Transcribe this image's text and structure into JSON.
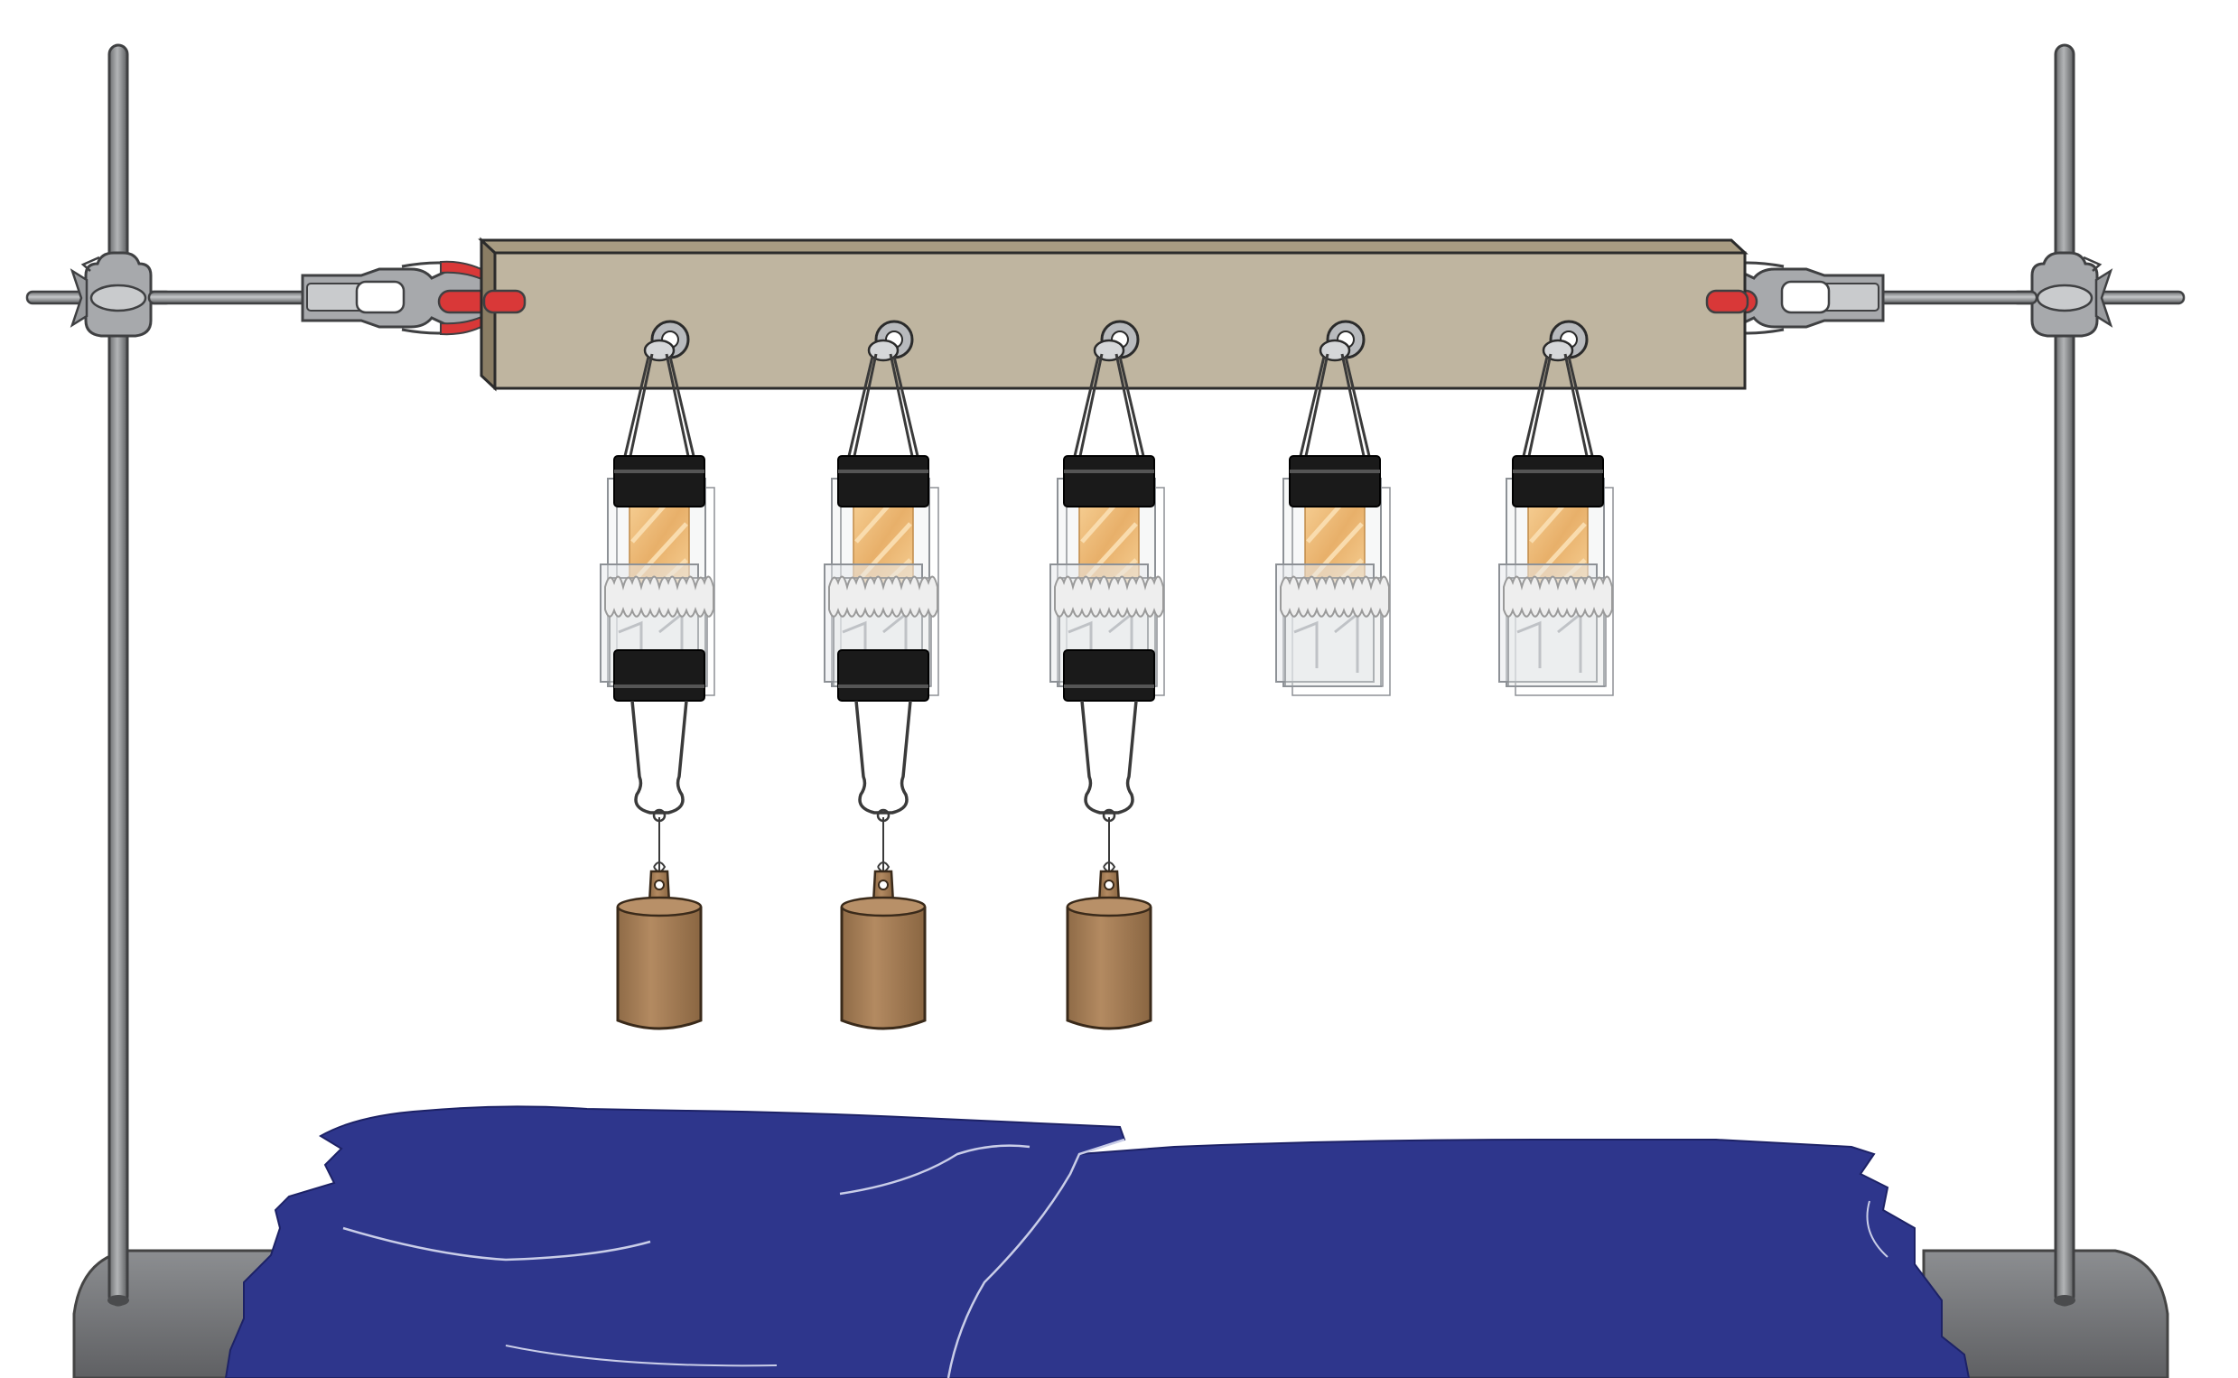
{
  "diagram": {
    "kind": "lap-shear adhesive test rig",
    "specimen_count": 5,
    "loaded_specimens": 3,
    "colors": {
      "background": "#ffffff",
      "stand_rod": "#8a8c8e",
      "stand_rod_dark": "#5d5f61",
      "stand_base": "#808285",
      "stand_base_dark": "#58595b",
      "beam_face": "#bfb5a0",
      "beam_side": "#8a7d64",
      "beam_outline": "#2b2b2b",
      "clamp_metal": "#9a9c9f",
      "clamp_handle": "#e03a3a",
      "binder_clip": "#1a1a1a",
      "wood_light": "#f6cf94",
      "wood_dark": "#e8b06a",
      "glass": "#e8eaec",
      "glass_edge": "#8d9196",
      "adhesive_foam": "#eeeeee",
      "weight_body": "#a47c55",
      "weight_outline": "#3a2a1a",
      "cloth": "#2e368c",
      "cloth_highlight": "#c9cde8"
    },
    "icons": {
      "left_clamp": "clamp-icon",
      "right_clamp": "clamp-icon",
      "hook": "eye-hook-icon",
      "binder": "binder-clip-icon",
      "weight": "weight-icon",
      "cloth": "cloth-icon"
    }
  }
}
